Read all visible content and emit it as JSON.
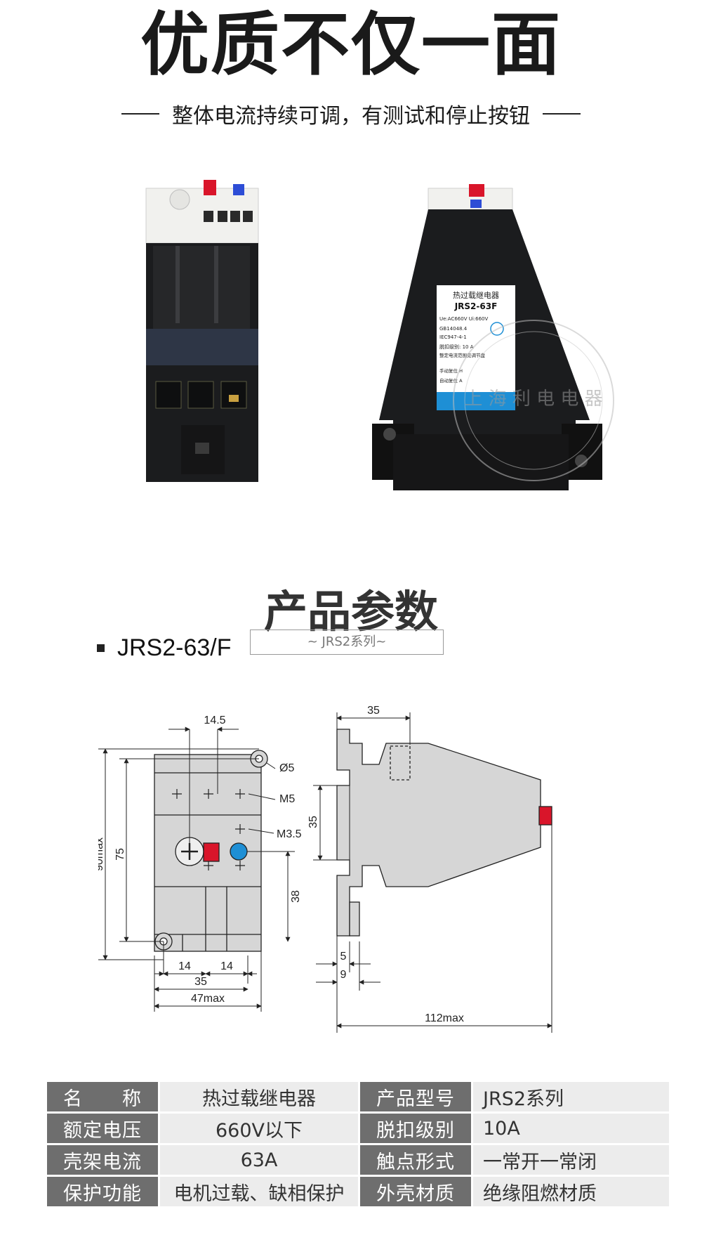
{
  "header": {
    "headline": "优质不仅一面",
    "subline": "整体电流持续可调，有测试和停止按钮"
  },
  "product_label": {
    "line1": "热过载继电器",
    "line2": "JRS2-63F",
    "line3": "Ue:AC660V  Ui:660V",
    "line4": "GB14048.4",
    "line5": "IEC947-4-1",
    "line6": "脱扣级别:   10 A",
    "line7": "整定电流范围见调节盘",
    "line8": "手动复位 H",
    "line9": "自动复位 A"
  },
  "watermark": {
    "text": "上 海 利 电 电 器"
  },
  "params": {
    "title": "产品参数",
    "model": "JRS2-63/F",
    "series_box": "~ JRS2系列~"
  },
  "drawing": {
    "front": {
      "dim_top": "14.5",
      "dim_hole": "Ø5",
      "dim_m5": "M5",
      "dim_m35": "M3.5",
      "dim_height_max": "90max",
      "dim_height": "75",
      "dim_38": "38",
      "dim_14a": "14",
      "dim_14b": "14",
      "dim_35": "35",
      "dim_width_max": "47max"
    },
    "side": {
      "dim_top": "35",
      "dim_35": "35",
      "dim_5": "5",
      "dim_9": "9",
      "dim_length_max": "112max"
    }
  },
  "spec_table": {
    "rows": [
      {
        "k1": "名　　称",
        "v1": "热过载继电器",
        "k2": "产品型号",
        "v2": "JRS2系列"
      },
      {
        "k1": "额定电压",
        "v1": "660V以下",
        "k2": "脱扣级别",
        "v2": "10A"
      },
      {
        "k1": "壳架电流",
        "v1": "63A",
        "k2": "触点形式",
        "v2": "一常开一常闭"
      },
      {
        "k1": "保护功能",
        "v1": "电机过载、缺相保护",
        "k2": "外壳材质",
        "v2": "绝缘阻燃材质"
      }
    ]
  },
  "colors": {
    "housing": "#1b1c1e",
    "cap": "#f1f1ee",
    "test_button": "#d9152a",
    "stop_button": "#2d4dd6",
    "label_blue": "#1e8fd5",
    "drawing_fill": "#d6d6d6",
    "key_cell": "#6e6e6e",
    "value_cell": "#ececec"
  }
}
